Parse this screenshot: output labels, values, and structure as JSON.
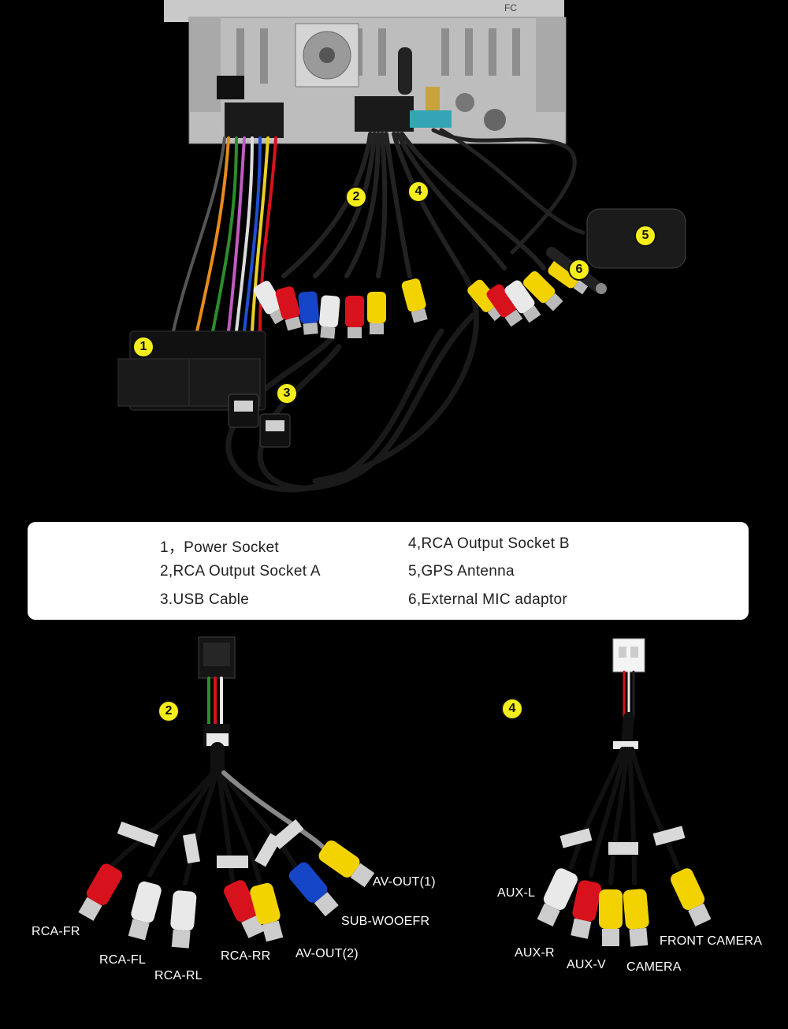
{
  "badges": {
    "b1": "1",
    "b2": "2",
    "b3": "3",
    "b4": "4",
    "b5": "5",
    "b6": "6",
    "detail_a": "2",
    "detail_b": "4"
  },
  "legend": {
    "item1": "1，Power Socket",
    "item2": "2,RCA Output Socket A",
    "item3": "3.USB Cable",
    "item4": "4,RCA Output Socket B",
    "item5": "5,GPS Antenna",
    "item6": "6,External MIC adaptor"
  },
  "socket_a_labels": {
    "rca_fr": "RCA-FR",
    "rca_fl": "RCA-FL",
    "rca_rl": "RCA-RL",
    "rca_rr": "RCA-RR",
    "av_out_2": "AV-OUT(2)",
    "sub_woofer": "SUB-WOOEFR",
    "av_out_1": "AV-OUT(1)"
  },
  "socket_b_labels": {
    "aux_l": "AUX-L",
    "aux_r": "AUX-R",
    "aux_v": "AUX-V",
    "camera": "CAMERA",
    "front_camera": "FRONT CAMERA"
  },
  "unit_marking": "FC",
  "colors": {
    "badge_fill": "#f5ee1a",
    "rca_red": "#d8121c",
    "rca_white": "#e9e9e9",
    "rca_yellow": "#f2d300",
    "rca_blue": "#1646c8"
  }
}
